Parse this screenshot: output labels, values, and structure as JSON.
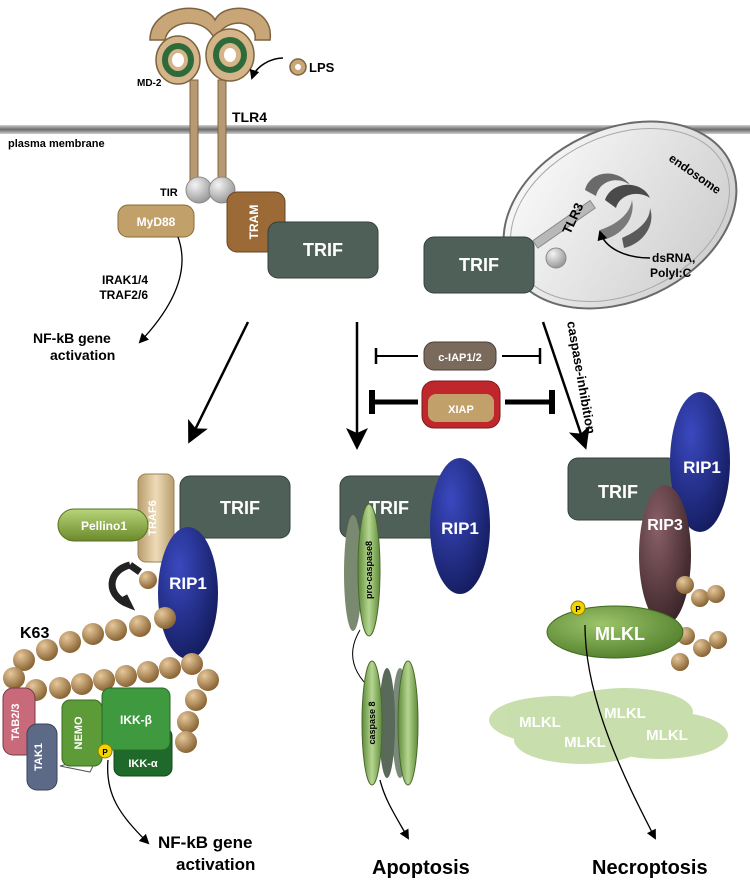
{
  "labels": {
    "md2": "MD-2",
    "lps": "LPS",
    "tlr4": "TLR4",
    "plasma_membrane": "plasma membrane",
    "tir": "TIR",
    "myd88": "MyD88",
    "tram": "TRAM",
    "trif": "TRIF",
    "tlr3": "TLR3",
    "endosome": "endosome",
    "dsrna_line1": "dsRNA,",
    "dsrna_line2": "PolyI:C",
    "irak_line1": "IRAK1/4",
    "irak_line2": "TRAF2/6",
    "nfkb_top_line1": "NF-kB gene",
    "nfkb_top_line2": "activation",
    "ciap": "c-IAP1/2",
    "xiap": "XIAP",
    "caspase_inhibition": "caspase-inhibition",
    "pellino1": "Pellino1",
    "traf6": "TRAF6",
    "rip1": "RIP1",
    "rip3": "RIP3",
    "k63": "K63",
    "tab23": "TAB2/3",
    "tak1": "TAK1",
    "nemo": "NEMO",
    "ikkb": "IKK-β",
    "ikka": "IKK-α",
    "phospho": "P",
    "procaspase8": "pro-caspase8",
    "caspase8": "caspase 8",
    "mlkl": "MLKL",
    "nfkb_bottom_line1": "NF-kB gene",
    "nfkb_bottom_line2": "activation",
    "apoptosis": "Apoptosis",
    "necroptosis": "Necroptosis"
  },
  "colors": {
    "trif": "#4f6059",
    "rip1": "#1e2a86",
    "rip3": "#5a3a40",
    "mlkl": "#6e9a3e",
    "myd88": "#c2a06a",
    "tram": "#9b6a37",
    "ciap": "#7a6a5c",
    "xiap": "#c0272d",
    "nemo": "#5c9b38",
    "ikk": "#3f9a3f",
    "tab23": "#c86a7a",
    "tak1": "#5c6a88",
    "pellino1": "#8fb04a",
    "traf6": "#d9c39a",
    "ubiquitin": "#a07a4a"
  }
}
